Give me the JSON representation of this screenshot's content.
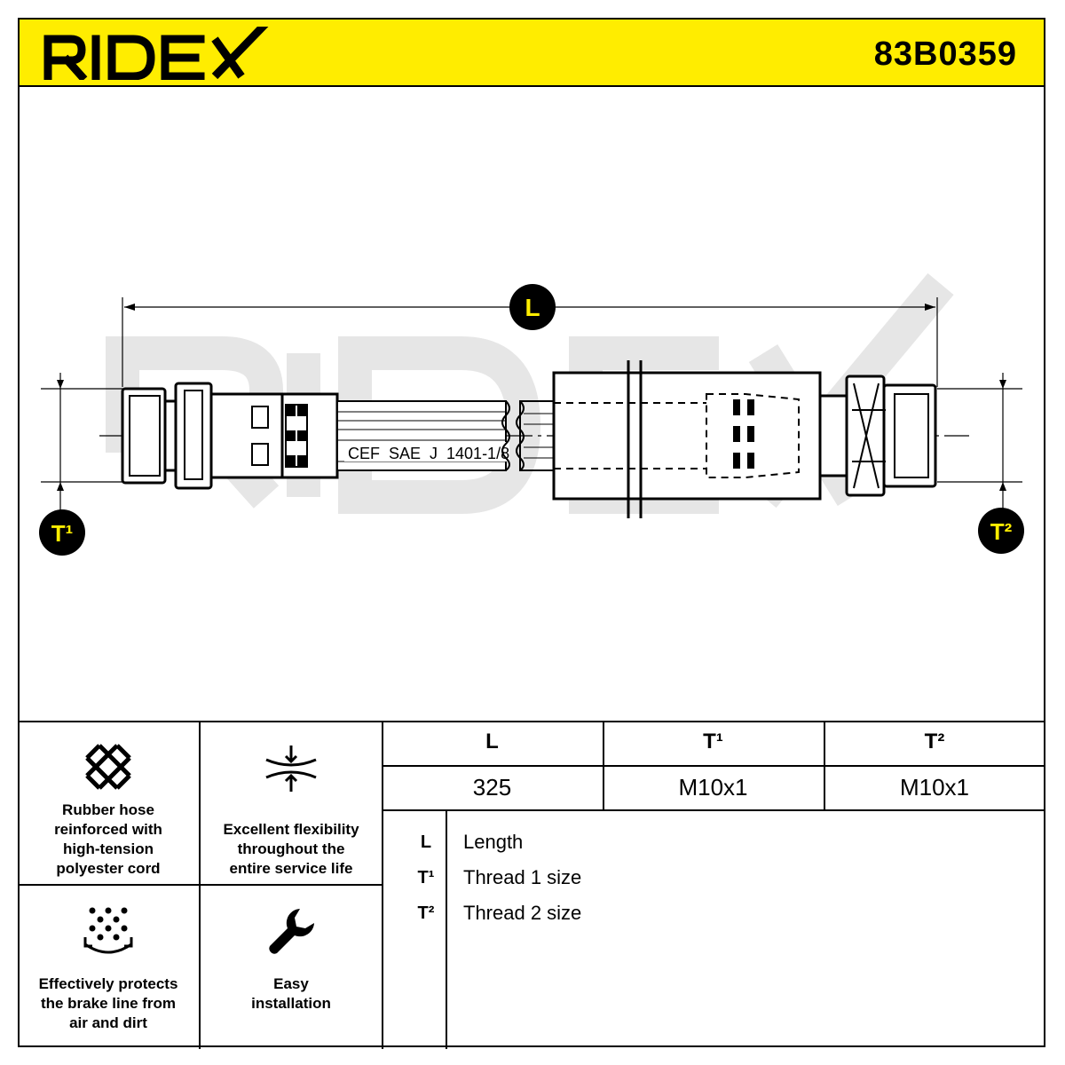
{
  "header": {
    "brand": "RIDEX",
    "part_number": "83B0359",
    "brand_color": "#ffed00"
  },
  "diagram": {
    "dimension_labels": {
      "length": "L",
      "thread1": "T¹",
      "thread2": "T²"
    },
    "hose_marking": "CEF  SAE  J  1401-1/8",
    "watermark": "RIDEX"
  },
  "features": [
    {
      "icon": "woven-cord-icon",
      "text": [
        "Rubber hose",
        "reinforced with",
        "high-tension",
        "polyester cord"
      ]
    },
    {
      "icon": "flexibility-arrows-icon",
      "text": [
        "Excellent flexibility",
        "throughout the",
        "entire service life"
      ]
    },
    {
      "icon": "dust-protection-icon",
      "text": [
        "Effectively protects",
        "the brake line from",
        "air and dirt"
      ]
    },
    {
      "icon": "wrench-icon",
      "text": [
        "Easy",
        "installation"
      ]
    }
  ],
  "specs": {
    "headers": [
      "L",
      "T¹",
      "T²"
    ],
    "values": [
      "325",
      "M10x1",
      "M10x1"
    ]
  },
  "legend": [
    {
      "key": "L",
      "desc": "Length"
    },
    {
      "key": "T¹",
      "desc": "Thread 1 size"
    },
    {
      "key": "T²",
      "desc": "Thread 2 size"
    }
  ]
}
